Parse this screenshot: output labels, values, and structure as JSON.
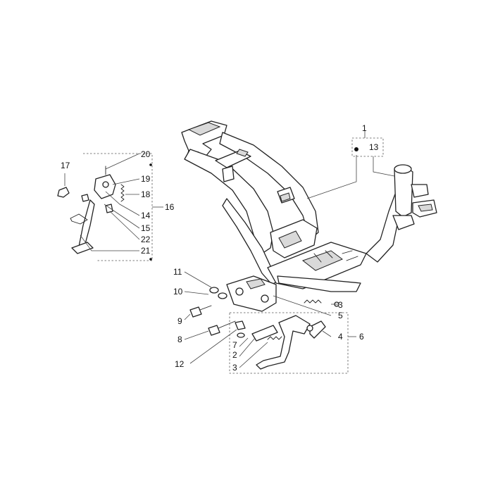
{
  "callouts": {
    "c1": "1",
    "c13": "13",
    "c20": "20",
    "c17": "17",
    "c19": "19",
    "c18": "18",
    "c16": "16",
    "c14": "14",
    "c15": "15",
    "c22": "22",
    "c21": "21",
    "c11": "11",
    "c10": "10",
    "c9": "9",
    "c8": "8",
    "c12": "12",
    "c3a": "3",
    "c5": "5",
    "c4": "4",
    "c6": "6",
    "c7": "7",
    "c2": "2",
    "c3b": "3"
  },
  "icons": {
    "bullet_marker": "filled-dot-icon"
  }
}
